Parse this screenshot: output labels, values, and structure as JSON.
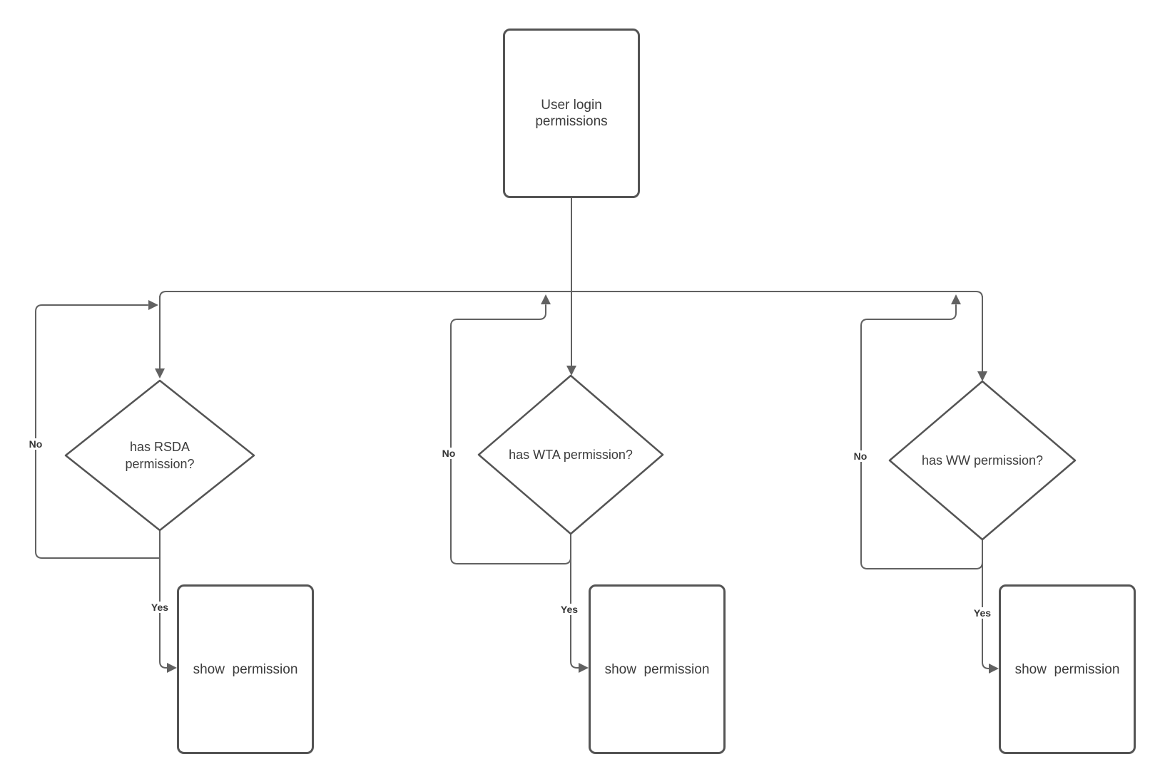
{
  "flowchart": {
    "start_node": {
      "label": "User login\npermissions"
    },
    "branches": [
      {
        "name": "RSDA",
        "decision_label": "has RSDA\npermission?",
        "no_label": "No",
        "yes_label": "Yes",
        "result_label": "show  permission"
      },
      {
        "name": "WTA",
        "decision_label": "has WTA permission?",
        "no_label": "No",
        "yes_label": "Yes",
        "result_label": "show  permission"
      },
      {
        "name": "WW",
        "decision_label": "has WW permission?",
        "no_label": "No",
        "yes_label": "Yes",
        "result_label": "show  permission"
      }
    ],
    "colors": {
      "shape_border": "#545454",
      "shape_fill": "#ffffff",
      "connector": "#616161",
      "node_text": "#3c3c3c",
      "edge_label_text": "#353535",
      "background": "#ffffff"
    }
  }
}
